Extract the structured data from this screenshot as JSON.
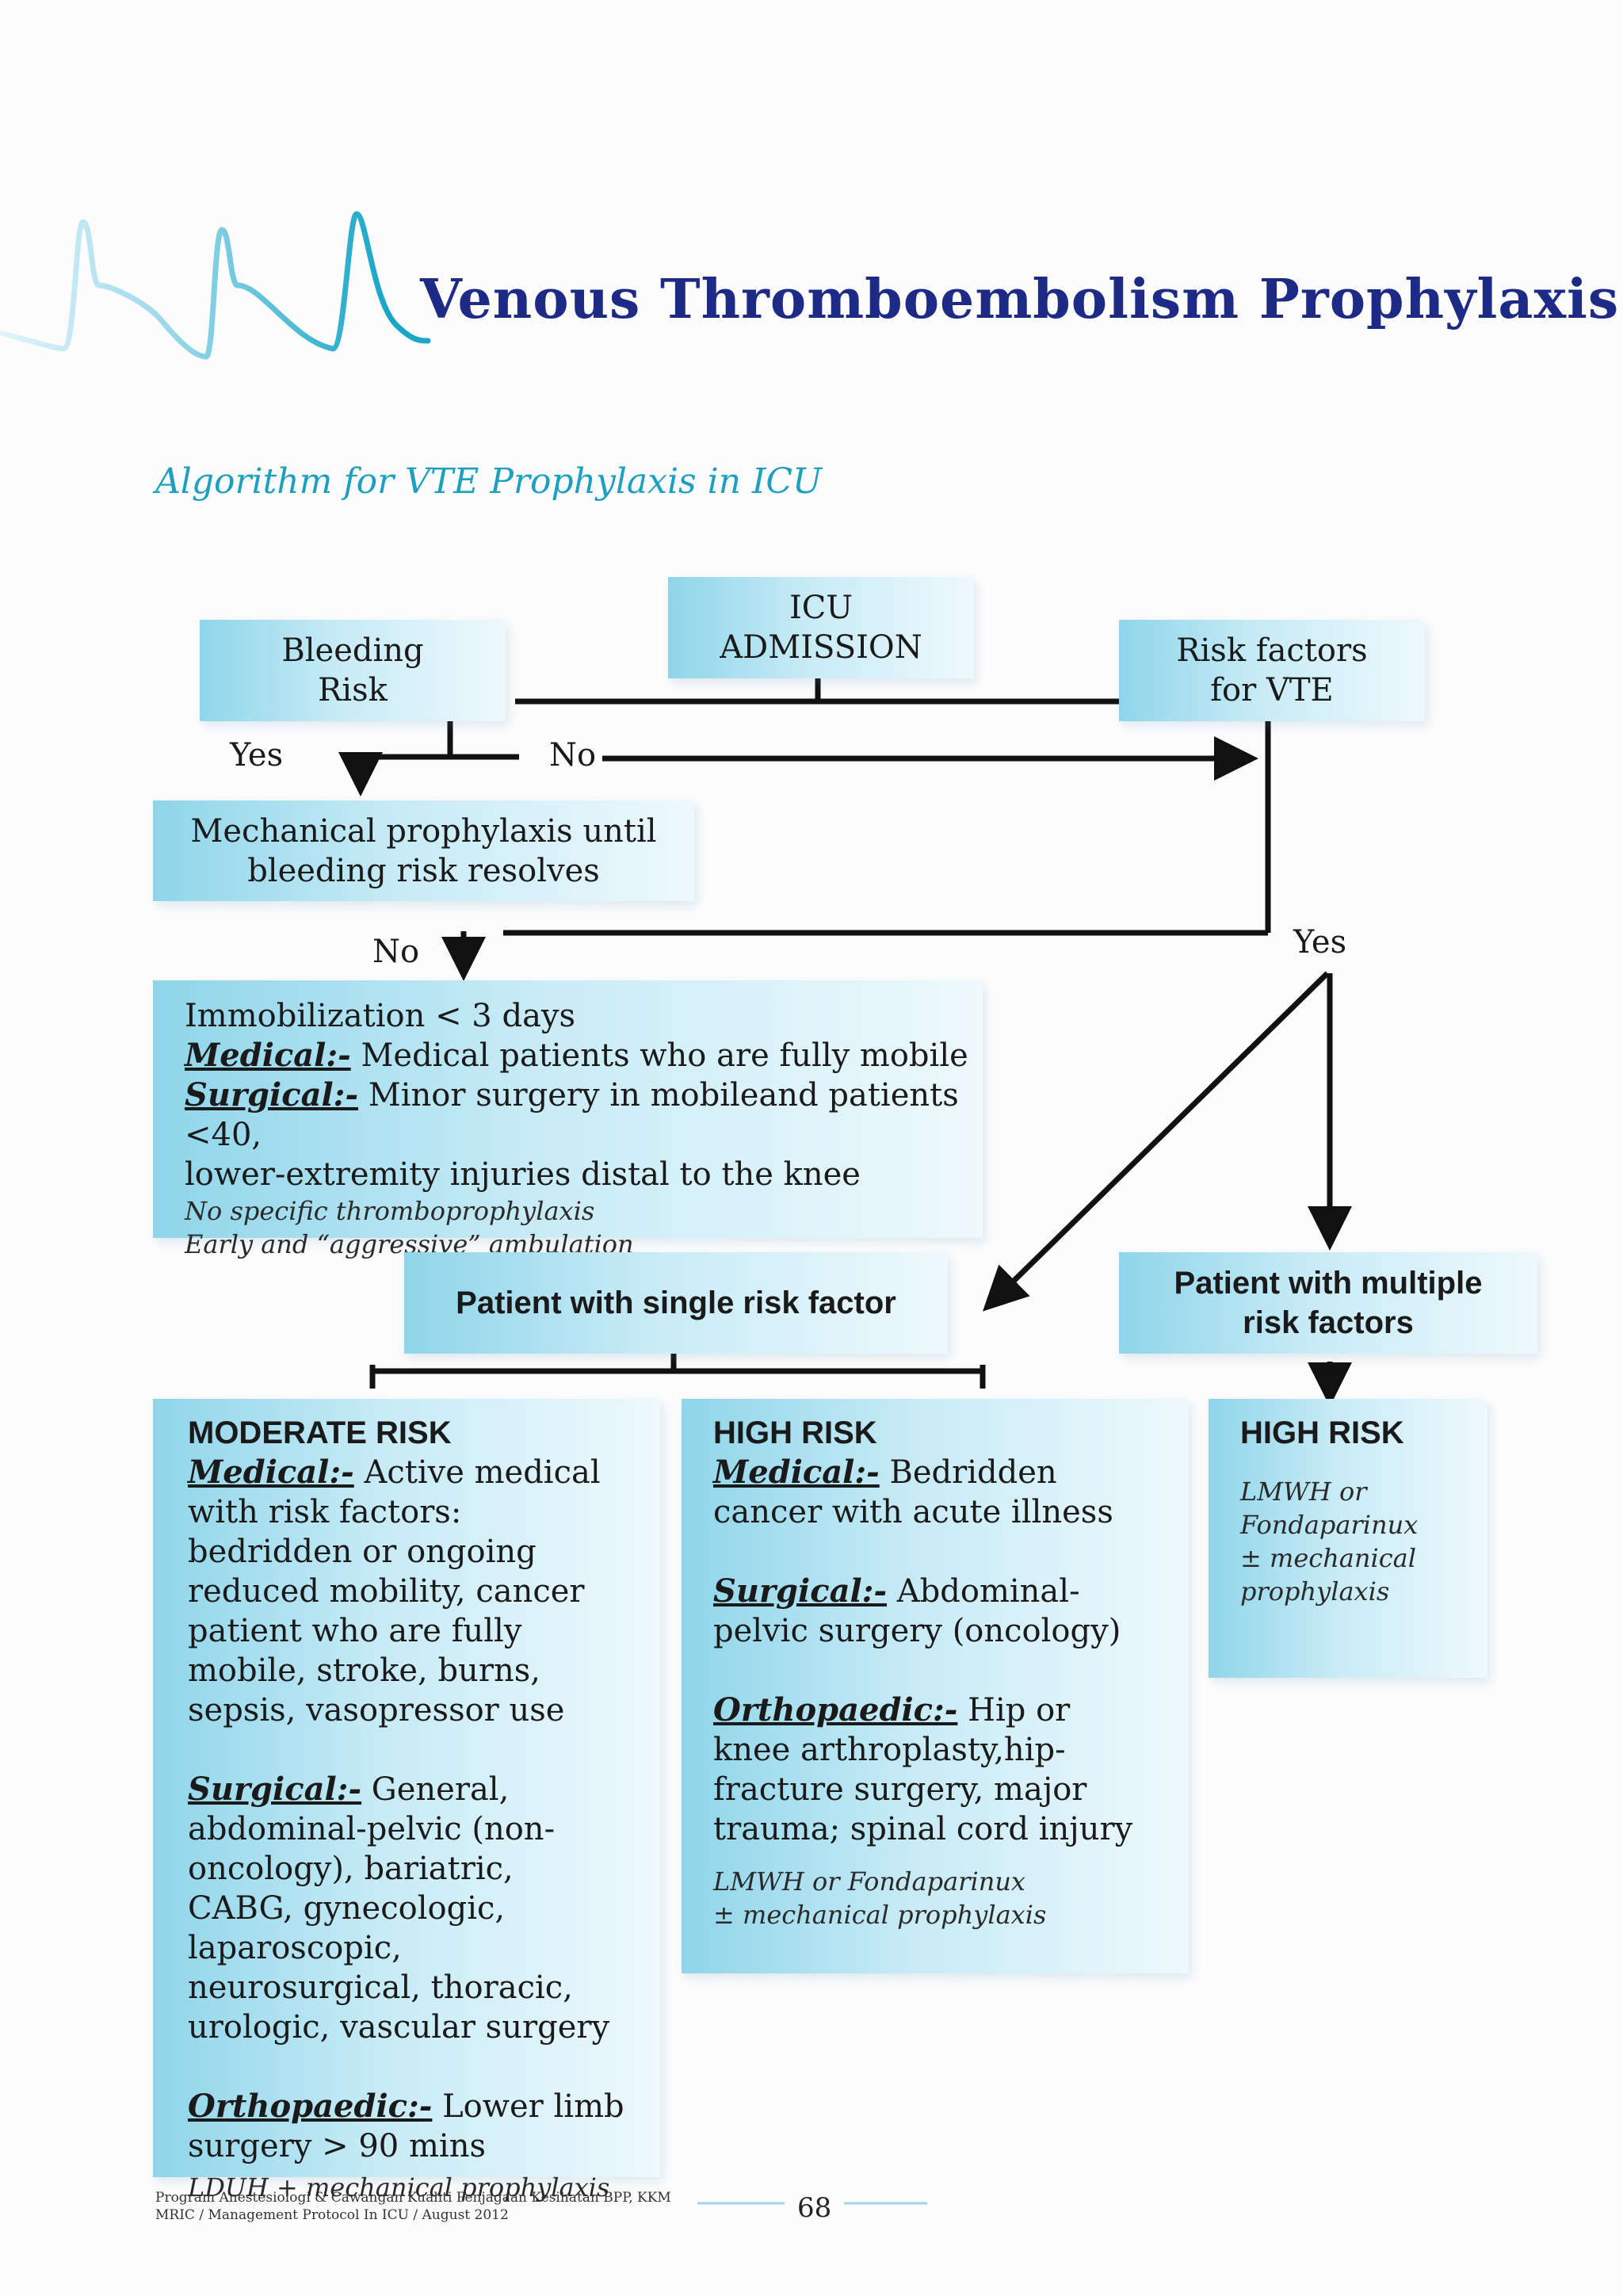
{
  "header": {
    "title": "Venous Thromboembolism Prophylaxis",
    "subtitle": "Algorithm for VTE Prophylaxis in ICU"
  },
  "flowchart": {
    "icu_admission": [
      "ICU",
      "ADMISSION"
    ],
    "bleeding_risk": [
      "Bleeding",
      "Risk"
    ],
    "risk_factors": [
      "Risk factors",
      "for VTE"
    ],
    "label_yes_left": "Yes",
    "label_no_top": "No",
    "mechanical": [
      "Mechanical prophylaxis until",
      "bleeding risk resolves"
    ],
    "label_no_mid": "No",
    "label_yes_right": "Yes",
    "low_risk": {
      "line1": "Immobilization < 3 days",
      "medical_label": "Medical:-",
      "medical_text": " Medical patients who are fully mobile",
      "surgical_label": "Surgical:-",
      "surgical_text": " Minor surgery in mobileand patients <40,",
      "line4": "lower-extremity injuries distal to the knee",
      "note1": "No specific thromboprophylaxis",
      "note2": "Early and “aggressive” ambulation"
    },
    "single_risk": "Patient with single risk factor",
    "multiple_risk": [
      "Patient with multiple",
      "risk factors"
    ],
    "moderate": {
      "heading": "MODERATE RISK",
      "medical_label": "Medical:-",
      "medical_text": " Active medical with risk factors: bedridden or ongoing reduced mobility, cancer patient who are fully mobile, stroke, burns, sepsis, vasopressor use",
      "surgical_label": "Surgical:-",
      "surgical_text": " General, abdominal-pelvic (non-oncology), bariatric, CABG, gynecologic, laparoscopic, neurosurgical, thoracic, urologic, vascular surgery",
      "ortho_label": "Orthopaedic:-",
      "ortho_text": " Lower limb surgery > 90 mins",
      "treatment": "LDUH + mechanical prophylaxis"
    },
    "high_mid": {
      "heading": "HIGH RISK",
      "medical_label": "Medical:-",
      "medical_text": " Bedridden cancer with acute illness",
      "surgical_label": "Surgical:-",
      "surgical_text": " Abdominal-pelvic surgery (oncology)",
      "ortho_label": "Orthopaedic:-",
      "ortho_text": " Hip or knee arthroplasty,hip-fracture surgery, major trauma; spinal cord injury",
      "treatment1": "LMWH or Fondaparinux",
      "treatment2": "± mechanical prophylaxis"
    },
    "high_right": {
      "heading": "HIGH RISK",
      "lines": [
        "LMWH or",
        "Fondaparinux",
        "± mechanical",
        "prophylaxis"
      ]
    }
  },
  "footer": {
    "line1": "Program Anestesiologi & Cawangan Kualiti Penjagaan Kesihatan BPP, KKM",
    "line2": "MRIC / Management Protocol In ICU / August 2012",
    "page_number": "68"
  },
  "colors": {
    "title": "#1d2b86",
    "subtitle": "#1d9fc0",
    "box_dark": "#8fd5ea",
    "box_light": "#eef9fd",
    "connector": "#111111"
  }
}
